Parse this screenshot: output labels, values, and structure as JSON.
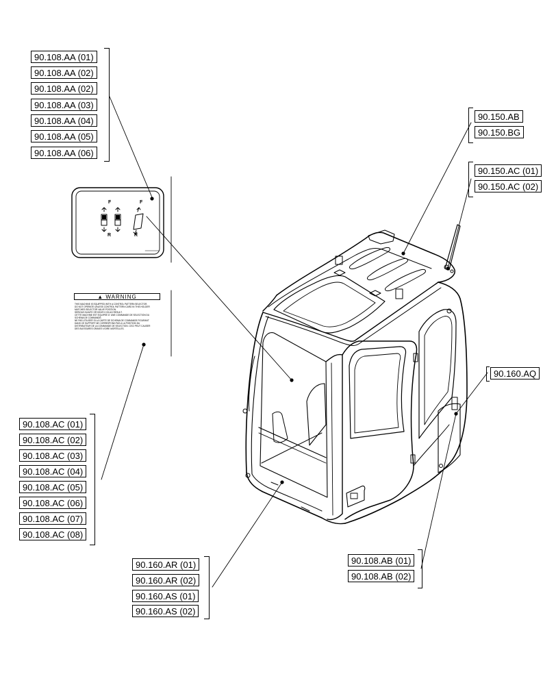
{
  "references": {
    "switch_decal": [
      "90.108.AA (01)",
      "90.108.AA (02)",
      "90.108.AA (02)",
      "90.108.AA (03)",
      "90.108.AA (04)",
      "90.108.AA (05)",
      "90.108.AA (06)"
    ],
    "warning_decal": [
      "90.108.AC (01)",
      "90.108.AC (02)",
      "90.108.AC (03)",
      "90.108.AC (04)",
      "90.108.AC (05)",
      "90.108.AC (06)",
      "90.108.AC (07)",
      "90.108.AC (08)"
    ],
    "floor": [
      "90.160.AR (01)",
      "90.160.AR (02)",
      "90.160.AS (01)",
      "90.160.AS (02)"
    ],
    "rear_panel": [
      "90.108.AB (01)",
      "90.108.AB (02)"
    ],
    "roof": [
      "90.150.AB",
      "90.150.BG"
    ],
    "antenna": [
      "90.150.AC (01)",
      "90.150.AC (02)"
    ],
    "side_panel": [
      "90.160.AQ"
    ]
  },
  "switch_decal": {
    "forward_mark": "F",
    "reverse_mark": "R"
  },
  "warning_decal": {
    "heading": "WARNING",
    "lines": [
      "THIS MACHINE IS EQUIPPED WITH A CONTROL PATTERN SELECTOR.",
      "DO NOT OPERATE UNLESS CONTROL PATTERN CARD IN THIS HOLDER",
      "MATCHES SELECTOR VALVE POSITION.",
      "SERIOUS INJURY OR DEATH COULD RESULT.",
      "CETTE MACHINE EST EQUIPEE D' UNE COMMANDE DE SELECTION DU",
      "SCHEMA DE COMMANDE.",
      "NE PAS UTILISER SI LA CARTE DE SCHEMA DE COMMANDE FIGURANT",
      "DANS CE SUPPORT NE CORRESPOND PAS A LA POSITION DU",
      "DISTRIBUTEUR DE LA COMMANDE DE SELECTION. CECI PEUT CAUSER",
      "DES BLESSURES GRAVES VOIRE MORTELLES."
    ]
  }
}
